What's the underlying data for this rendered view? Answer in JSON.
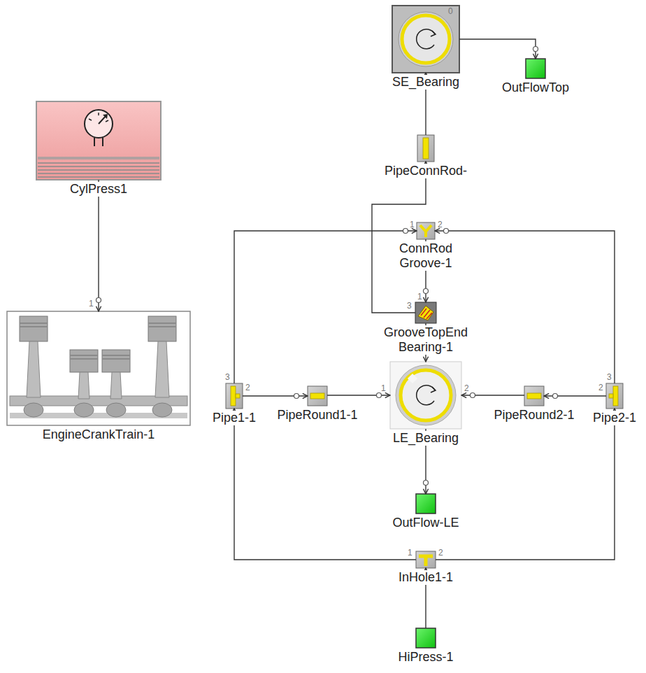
{
  "diagram": {
    "nodes": [
      {
        "text": [
          "CylPress1"
        ]
      },
      {
        "text": [
          "EngineCrankTrain-1"
        ]
      },
      {
        "text": [
          "SE_Bearing"
        ]
      },
      {
        "text": [
          "OutFlowTop"
        ]
      },
      {
        "text": [
          "PipeConnRod-"
        ]
      },
      {
        "text": [
          "ConnRod Groove-1"
        ]
      },
      {
        "text": [
          "GrooveTopEnd Bearing-1"
        ]
      },
      {
        "text": [
          "LE_Bearing"
        ]
      },
      {
        "text": [
          "Pipe1-1"
        ]
      },
      {
        "text": [
          "PipeRound1-1"
        ]
      },
      {
        "text": [
          "PipeRound2-1"
        ]
      },
      {
        "text": [
          "Pipe2-1"
        ]
      },
      {
        "text": [
          "OutFlow-LE"
        ]
      },
      {
        "text": [
          "InHole1-1"
        ]
      },
      {
        "text": [
          "HiPress-1"
        ]
      }
    ],
    "edges": [
      {
        "from": 0,
        "to": 1,
        "arrow": "to"
      },
      {
        "from": 2,
        "to": 3,
        "arrow": "to"
      },
      {
        "from": 4,
        "to": 2,
        "arrow": "to"
      },
      {
        "from": 6,
        "to": 4,
        "arrow": "to"
      },
      {
        "from": 8,
        "to": 5,
        "arrow": "to"
      },
      {
        "from": 11,
        "to": 5,
        "arrow": "to"
      },
      {
        "from": 5,
        "to": 6,
        "arrow": "to"
      },
      {
        "from": 6,
        "to": 7,
        "arrow": "to"
      },
      {
        "from": 8,
        "to": 9,
        "arrow": "to"
      },
      {
        "from": 9,
        "to": 7,
        "arrow": "to"
      },
      {
        "from": 11,
        "to": 10,
        "arrow": "to"
      },
      {
        "from": 10,
        "to": 7,
        "arrow": "to"
      },
      {
        "from": 7,
        "to": 12,
        "arrow": "to"
      },
      {
        "from": 13,
        "to": 8,
        "arrow": "to"
      },
      {
        "from": 13,
        "to": 11,
        "arrow": "to"
      },
      {
        "from": 14,
        "to": 13,
        "arrow": "to"
      }
    ],
    "labels": [
      "0",
      "1",
      "1",
      "2",
      "1",
      "3",
      "3",
      "2",
      "1",
      "2",
      "2",
      "3",
      "1",
      "2"
    ]
  }
}
